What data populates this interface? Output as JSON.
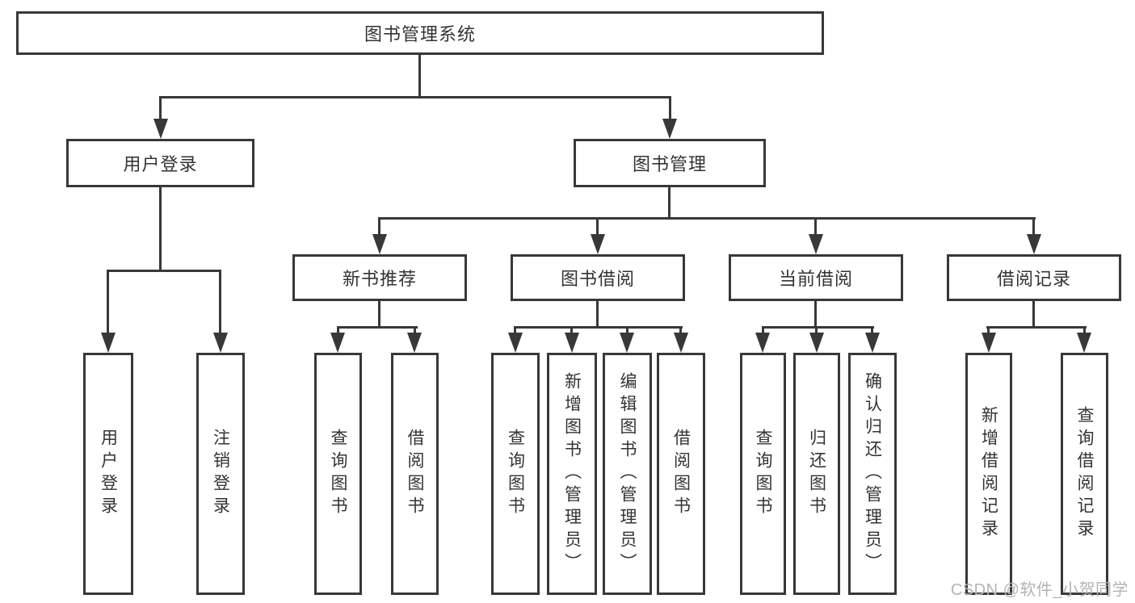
{
  "colors": {
    "line": "#383838",
    "text": "#333333",
    "box-bg": "#ffffff",
    "watermark": "#b3b3b3",
    "page-bg": "#ffffff"
  },
  "diagram": {
    "type": "hierarchy-tree",
    "root": {
      "label": "图书管理系统"
    },
    "level2": [
      {
        "label": "用户登录"
      },
      {
        "label": "图书管理"
      }
    ],
    "level3": [
      {
        "label": "新书推荐"
      },
      {
        "label": "图书借阅"
      },
      {
        "label": "当前借阅"
      },
      {
        "label": "借阅记录"
      }
    ],
    "leaves": {
      "user_login": [
        "用户登录",
        "注销登录"
      ],
      "new_book_recommend": [
        "查询图书",
        "借阅图书"
      ],
      "book_borrow": [
        "查询图书",
        "新增图书（管理员）",
        "编辑图书（管理员）",
        "借阅图书"
      ],
      "current_borrow": [
        "查询图书",
        "归还图书",
        "确认归还（管理员）"
      ],
      "borrow_records": [
        "新增借阅记录",
        "查询借阅记录"
      ]
    }
  },
  "watermark": {
    "text": "CSDN @软件_小贺同学"
  }
}
